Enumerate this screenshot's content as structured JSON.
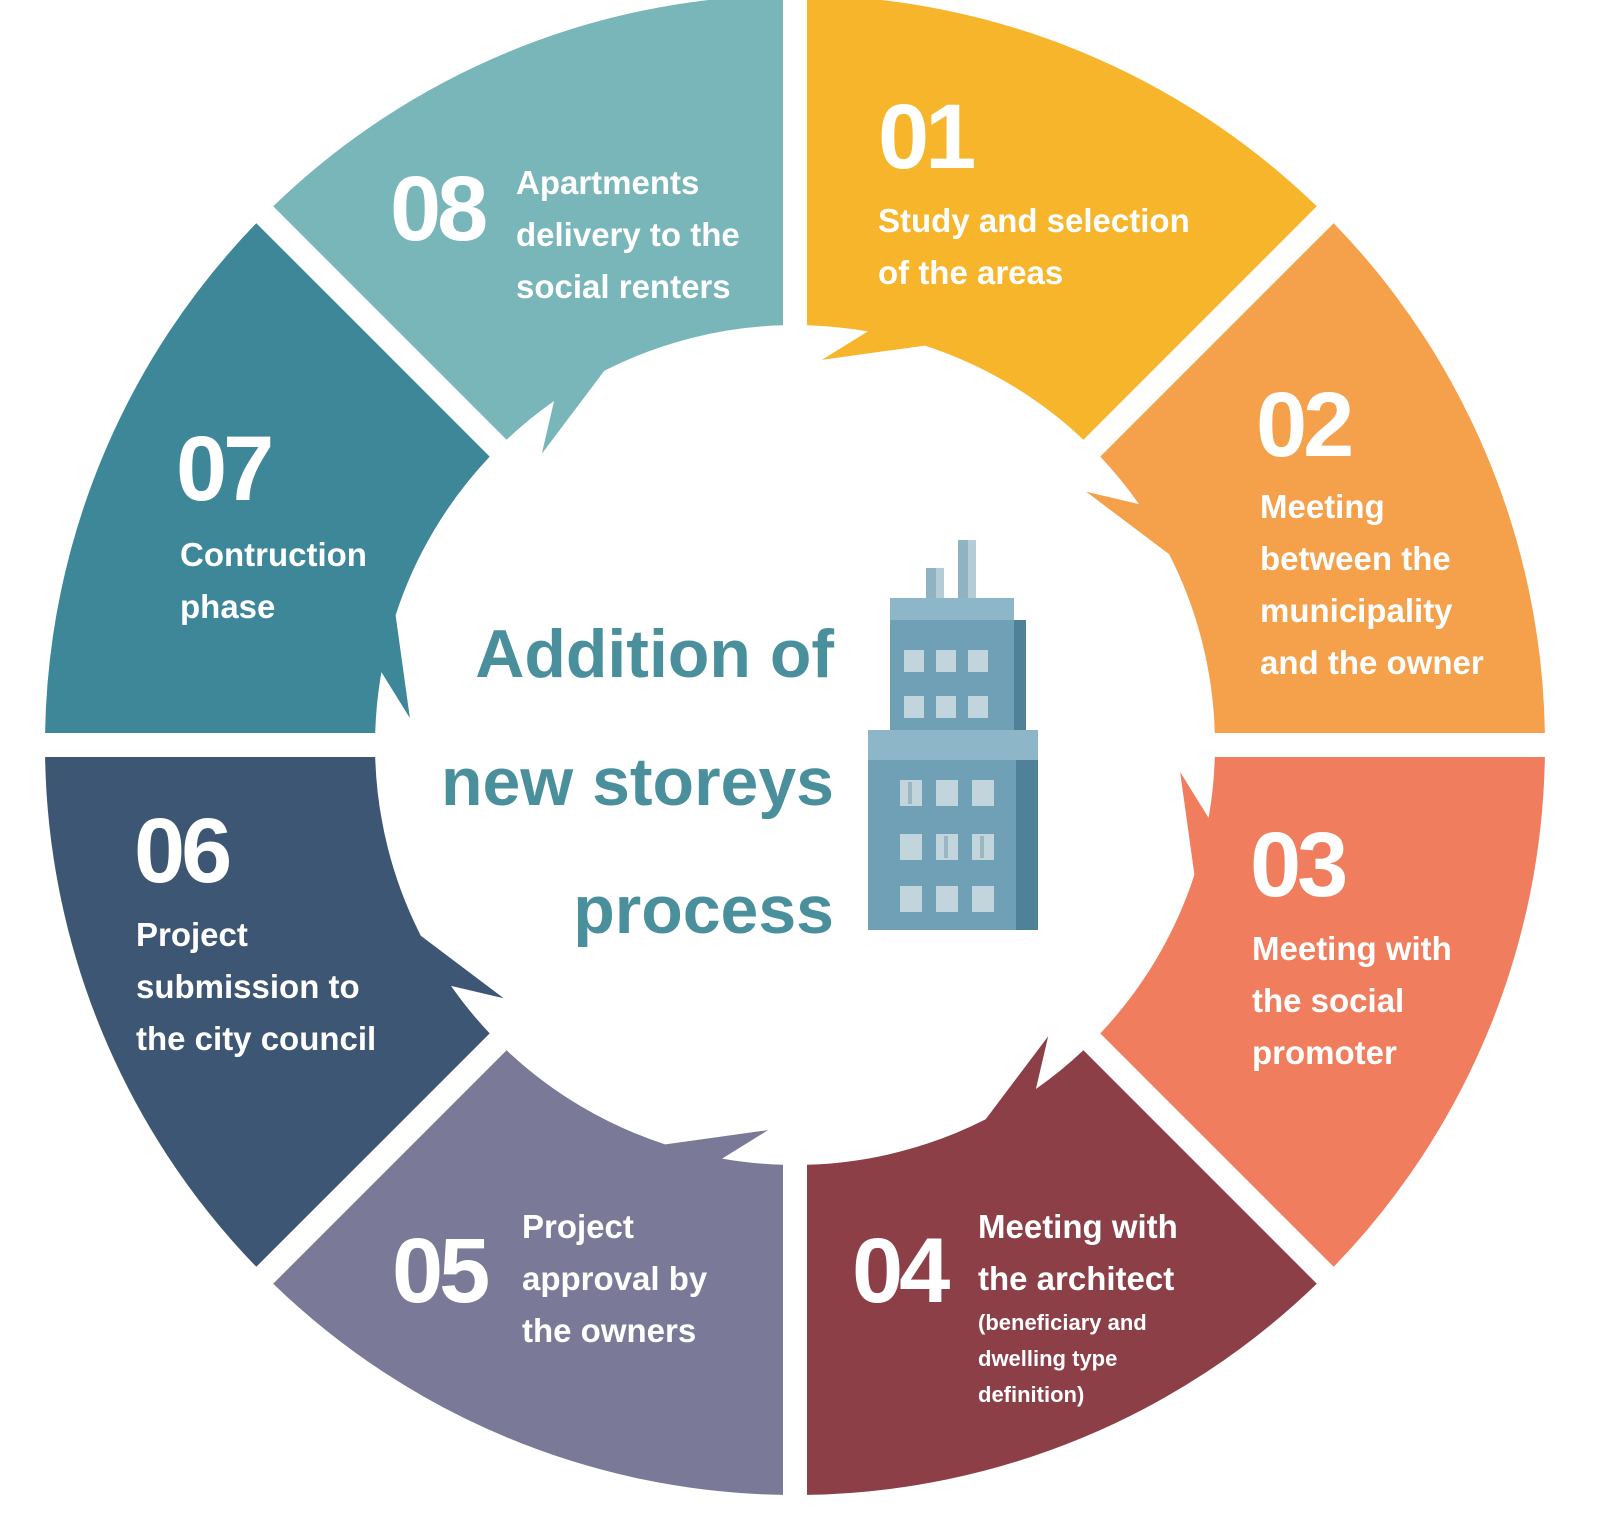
{
  "title": {
    "line1": "Addition of",
    "line2": "new storeys",
    "line3": "process",
    "color": "#4a8f9c"
  },
  "icon": "apartment-building-icon",
  "steps": [
    {
      "number": "01",
      "color": "#f7b52b",
      "lines": [
        "Study and selection",
        "of the areas"
      ]
    },
    {
      "number": "02",
      "color": "#f5a04a",
      "lines": [
        "Meeting",
        "between the",
        "municipality",
        "and the owner"
      ]
    },
    {
      "number": "03",
      "color": "#f07e5e",
      "lines": [
        "Meeting with",
        "the social",
        "promoter"
      ]
    },
    {
      "number": "04",
      "color": "#8c3f47",
      "lines": [
        "Meeting with",
        "the architect"
      ],
      "small_lines": [
        "(beneficiary and",
        "dwelling type",
        "definition)"
      ]
    },
    {
      "number": "05",
      "color": "#7a7a98",
      "lines": [
        "Project",
        "approval by",
        "the owners"
      ]
    },
    {
      "number": "06",
      "color": "#3d5673",
      "lines": [
        "Project",
        "submission to",
        "the city council"
      ]
    },
    {
      "number": "07",
      "color": "#3d8799",
      "lines": [
        "Contruction",
        "phase"
      ]
    },
    {
      "number": "08",
      "color": "#79b6ba",
      "lines": [
        "Apartments",
        "delivery to the",
        "social renters"
      ]
    }
  ]
}
